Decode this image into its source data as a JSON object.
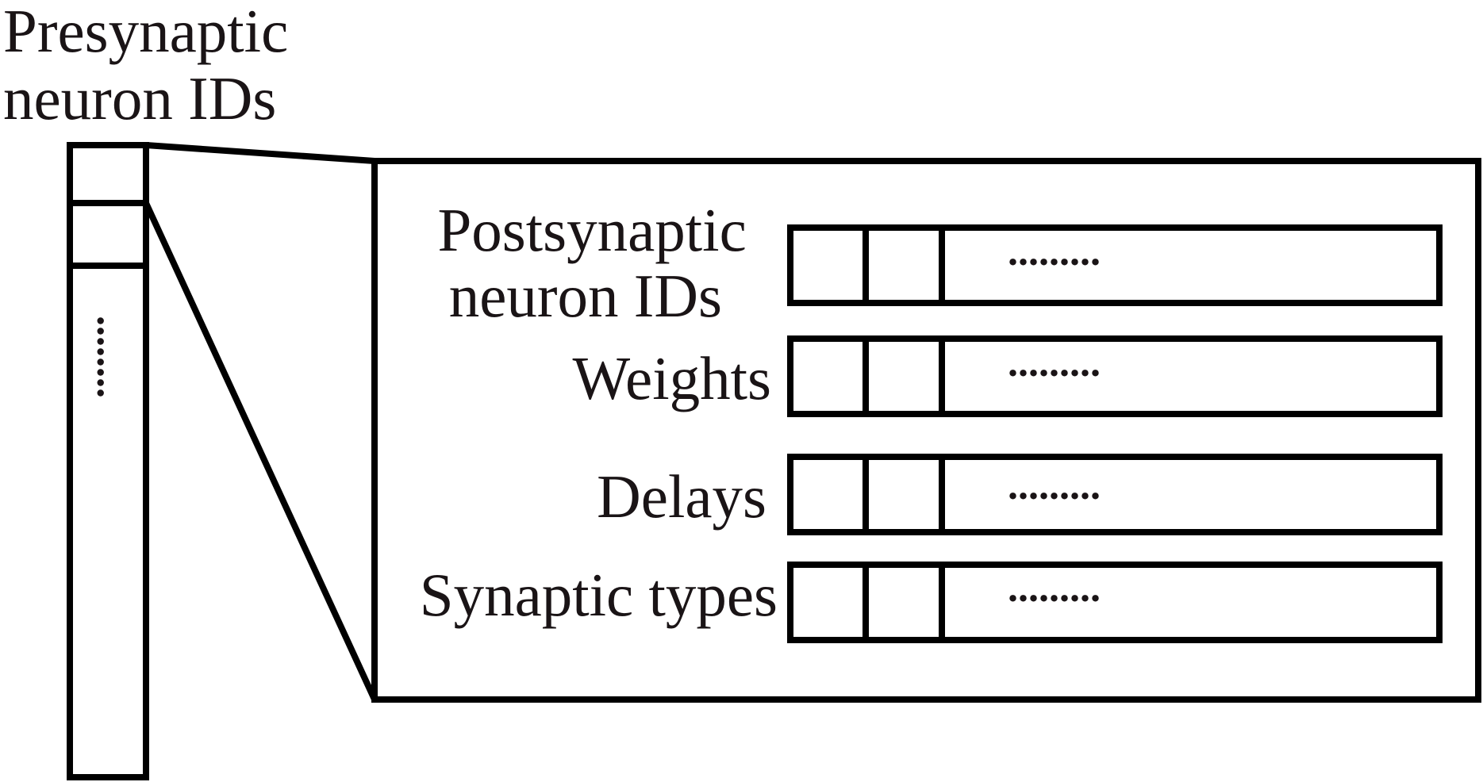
{
  "presynaptic_label": [
    "Presynaptic",
    "neuron IDs"
  ],
  "fields": [
    {
      "label": [
        "Postsynaptic",
        "neuron IDs"
      ],
      "ellipsis": "........."
    },
    {
      "label": [
        "Weights"
      ],
      "ellipsis": "........."
    },
    {
      "label": [
        "Delays"
      ],
      "ellipsis": "........."
    },
    {
      "label": [
        "Synaptic types"
      ],
      "ellipsis": "........."
    }
  ],
  "column_ellipsis": "........"
}
